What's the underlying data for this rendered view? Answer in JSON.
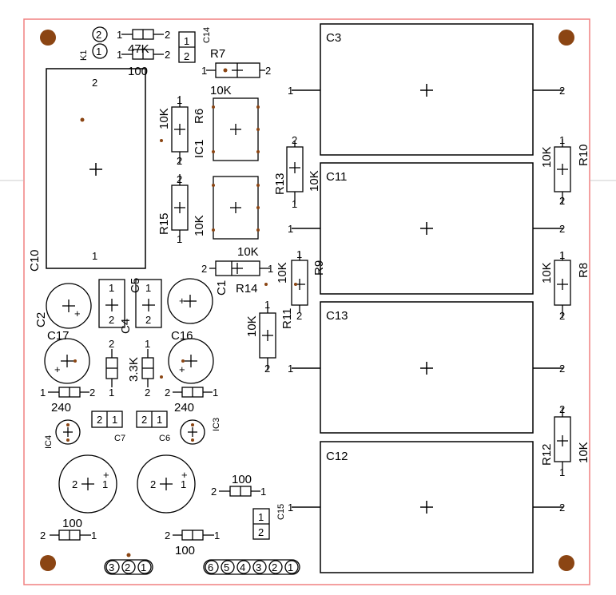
{
  "capacitors_box": [
    {
      "id": "C3",
      "label": "C3"
    },
    {
      "id": "C11",
      "label": "C11"
    },
    {
      "id": "C13",
      "label": "C13"
    },
    {
      "id": "C12",
      "label": "C12"
    },
    {
      "id": "C10",
      "label": "C10"
    }
  ],
  "resistors": {
    "r_47k": {
      "value": "47K"
    },
    "r_100_top": {
      "value": "100"
    },
    "R7": {
      "ref": "R7",
      "value": "10K"
    },
    "R6": {
      "ref": "R6",
      "value": "10K"
    },
    "R15": {
      "ref": "R15",
      "value": "10K"
    },
    "R14": {
      "ref": "R14",
      "value": "10K"
    },
    "R13": {
      "ref": "R13",
      "value": "10K"
    },
    "R9": {
      "ref": "R9",
      "value": "10K"
    },
    "R11": {
      "ref": "R11",
      "value": "10K"
    },
    "R10": {
      "ref": "R10",
      "value": "10K"
    },
    "R8": {
      "ref": "R8",
      "value": "10K"
    },
    "R12": {
      "ref": "R12",
      "value": "10K"
    },
    "r_33k": {
      "value": "3.3K"
    },
    "r_240_left": {
      "value": "240"
    },
    "r_240_right": {
      "value": "240"
    },
    "r_100_mid": {
      "value": "100"
    },
    "r_100_bl": {
      "value": "100"
    },
    "r_100_br": {
      "value": "100"
    }
  },
  "labels": {
    "k1": "K1",
    "c14": "C14",
    "ic1": "IC1",
    "c1": "C1",
    "c2": "C2",
    "c17": "C17",
    "c16": "C16",
    "c4": "C4",
    "c5": "C5",
    "c6": "C6",
    "c7": "C7",
    "ic3": "IC3",
    "ic4": "IC4",
    "c15": "C15"
  },
  "pins": {
    "one": "1",
    "two": "2",
    "three": "3",
    "four": "4",
    "five": "5",
    "six": "6",
    "plus": "+"
  },
  "connectors": {
    "j3": [
      "3",
      "2",
      "1"
    ],
    "j6": [
      "6",
      "5",
      "4",
      "3",
      "2",
      "1"
    ]
  },
  "colors": {
    "outline": "#f08080",
    "pad": "#8B4513",
    "stroke": "#000000",
    "mount": "#8B4513"
  }
}
